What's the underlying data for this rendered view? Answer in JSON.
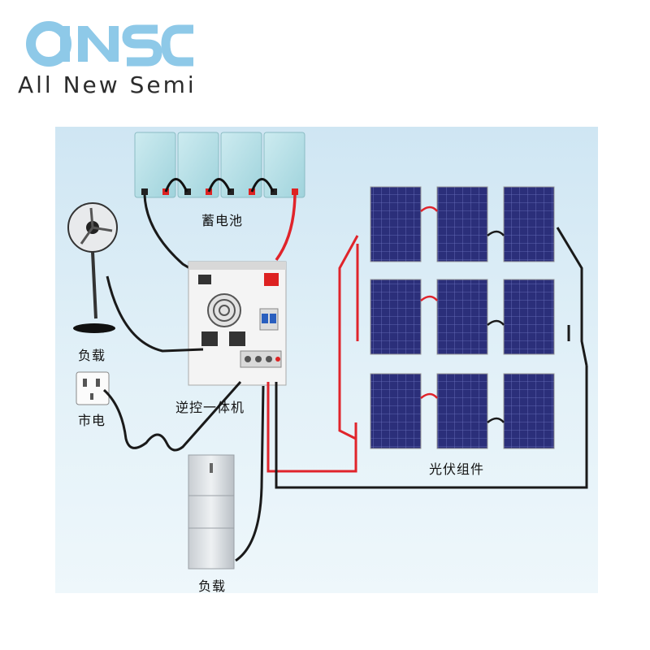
{
  "brand": {
    "logo_text": "aNSC",
    "tagline": "All New Semi",
    "logo_color": "#8ec9e8"
  },
  "labels": {
    "battery": "蓄电池",
    "inverter": "逆控一体机",
    "fan_load": "负载",
    "grid": "市电",
    "fridge_load": "负载",
    "solar": "光伏组件"
  },
  "colors": {
    "positive_wire": "#e0242b",
    "negative_wire": "#1a1a1a",
    "panel_cell": "#2b2f7a"
  },
  "icons": [
    "battery-icon",
    "inverter-icon",
    "fan-icon",
    "outlet-icon",
    "fridge-icon",
    "solar-panel-icon"
  ]
}
